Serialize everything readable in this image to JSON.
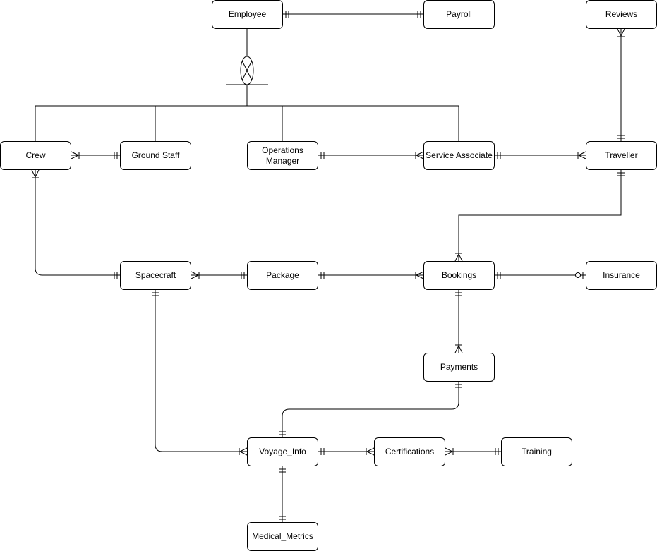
{
  "diagram": {
    "type": "entity-relationship",
    "entities": {
      "employee": "Employee",
      "payroll": "Payroll",
      "reviews": "Reviews",
      "crew": "Crew",
      "ground_staff": "Ground Staff",
      "operations_manager_1": "Operations",
      "operations_manager_2": "Manager",
      "service_associate": "Service Associate",
      "traveller": "Traveller",
      "spacecraft": "Spacecraft",
      "package": "Package",
      "bookings": "Bookings",
      "insurance": "Insurance",
      "payments": "Payments",
      "voyage_info": "Voyage_Info",
      "certifications": "Certifications",
      "training": "Training",
      "medical_metrics": "Medical_Metrics"
    },
    "specialization": {
      "parent": "Employee",
      "kind": "overlapping",
      "children": [
        "Crew",
        "Ground Staff",
        "Operations Manager",
        "Service Associate"
      ]
    },
    "relationships": [
      {
        "from": "Employee",
        "to": "Payroll",
        "from_card": "one",
        "to_card": "one"
      },
      {
        "from": "Reviews",
        "to": "Traveller",
        "from_card": "many",
        "to_card": "one"
      },
      {
        "from": "Crew",
        "to": "Ground Staff",
        "from_card": "many",
        "to_card": "one"
      },
      {
        "from": "Operations Manager",
        "to": "Service Associate",
        "from_card": "one",
        "to_card": "many"
      },
      {
        "from": "Service Associate",
        "to": "Traveller",
        "from_card": "one",
        "to_card": "many"
      },
      {
        "from": "Traveller",
        "to": "Bookings",
        "from_card": "one",
        "to_card": "many"
      },
      {
        "from": "Crew",
        "to": "Spacecraft",
        "from_card": "many",
        "to_card": "one"
      },
      {
        "from": "Spacecraft",
        "to": "Package",
        "from_card": "many",
        "to_card": "one"
      },
      {
        "from": "Package",
        "to": "Bookings",
        "from_card": "one",
        "to_card": "many"
      },
      {
        "from": "Bookings",
        "to": "Insurance",
        "from_card": "one",
        "to_card": "zero-or-one"
      },
      {
        "from": "Bookings",
        "to": "Payments",
        "from_card": "one",
        "to_card": "many"
      },
      {
        "from": "Payments",
        "to": "Voyage_Info",
        "from_card": "one",
        "to_card": "one"
      },
      {
        "from": "Spacecraft",
        "to": "Voyage_Info",
        "from_card": "one",
        "to_card": "many"
      },
      {
        "from": "Voyage_Info",
        "to": "Certifications",
        "from_card": "one",
        "to_card": "many"
      },
      {
        "from": "Certifications",
        "to": "Training",
        "from_card": "many",
        "to_card": "one"
      },
      {
        "from": "Voyage_Info",
        "to": "Medical_Metrics",
        "from_card": "one",
        "to_card": "one"
      }
    ]
  }
}
